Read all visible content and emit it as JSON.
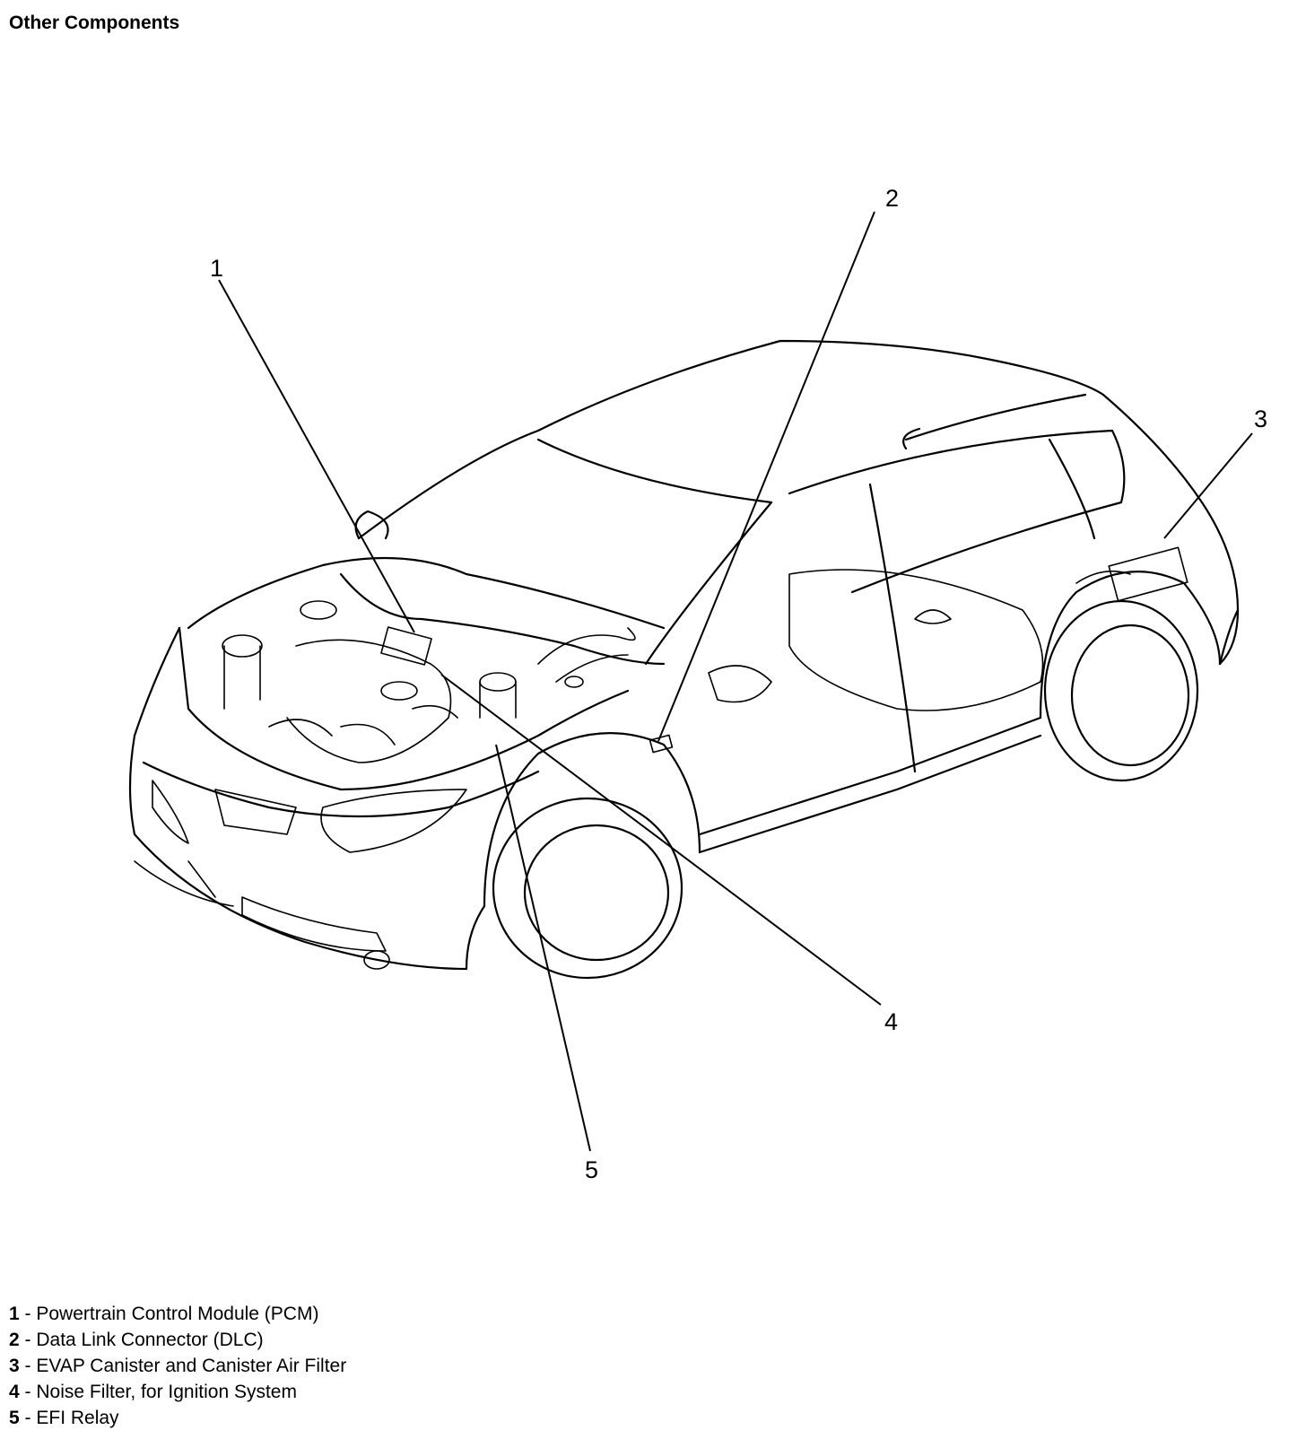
{
  "title": "Other Components",
  "callouts": [
    {
      "number": "1",
      "label": "Powertrain Control Module (PCM)"
    },
    {
      "number": "2",
      "label": "Data Link Connector (DLC)"
    },
    {
      "number": "3",
      "label": "EVAP Canister and Canister Air Filter"
    },
    {
      "number": "4",
      "label": "Noise Filter, for Ignition System"
    },
    {
      "number": "5",
      "label": "EFI Relay"
    }
  ],
  "legend_separator": " - "
}
